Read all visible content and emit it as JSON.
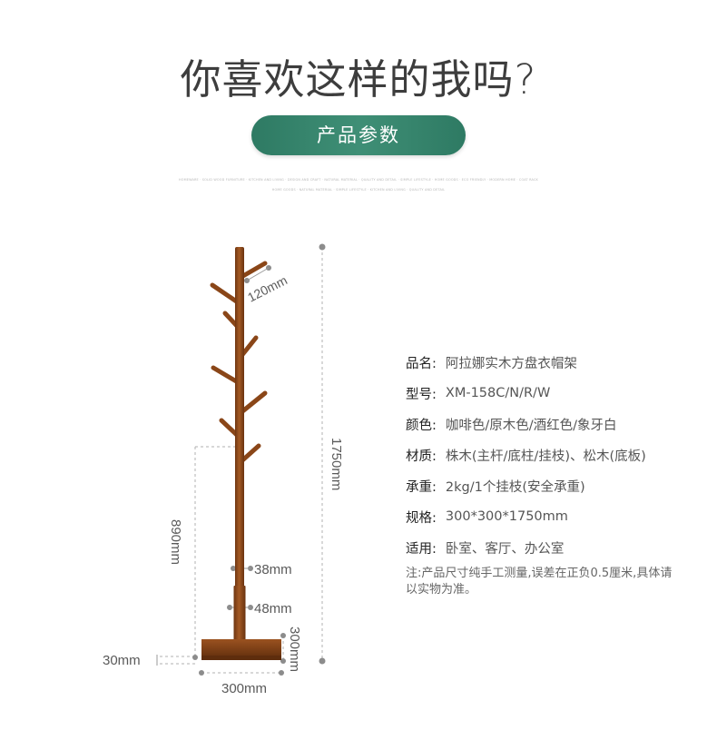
{
  "headline": "你喜欢这样的我吗?",
  "section_button": {
    "label": "产品参数",
    "color": "#2e7a63"
  },
  "divider_lines": [
    "HOMEWARE · SOLID WOOD FURNITURE · KITCHEN AND LIVING · DESIGN AND CRAFT · NATURAL MATERIAL · QUALITY AND DETAIL · SIMPLE LIFESTYLE · HOME GOODS · ECO FRIENDLY · MODERN HOME · COAT RACK",
    "HOME GOODS · NATURAL MATERIAL · SIMPLE LIFESTYLE · KITCHEN AND LIVING · QUALITY AND DETAIL"
  ],
  "dimensions": {
    "branch": "120mm",
    "total_height": "1750mm",
    "lower_height": "890mm",
    "pole_upper": "38mm",
    "pole_lower": "48mm",
    "base_height": "300mm",
    "base_thickness": "30mm",
    "base_width": "300mm"
  },
  "colors": {
    "wood": "#8a4618",
    "wood_dark": "#6a3410",
    "dim_line": "#b0b0b0"
  },
  "specs": [
    {
      "label": "品名:",
      "value": "阿拉娜实木方盘衣帽架"
    },
    {
      "label": "型号:",
      "value": "XM-158C/N/R/W"
    },
    {
      "label": "颜色:",
      "value": "咖啡色/原木色/酒红色/象牙白"
    },
    {
      "label": "材质:",
      "value": "株木(主杆/底柱/挂枝)、松木(底板)"
    },
    {
      "label": "承重:",
      "value": "2kg/1个挂枝(安全承重)"
    },
    {
      "label": "规格:",
      "value": "300*300*1750mm"
    },
    {
      "label": "适用:",
      "value": "卧室、客厅、办公室"
    }
  ],
  "note": "注:产品尺寸纯手工测量,误差在正负0.5厘米,具体请以实物为准。"
}
